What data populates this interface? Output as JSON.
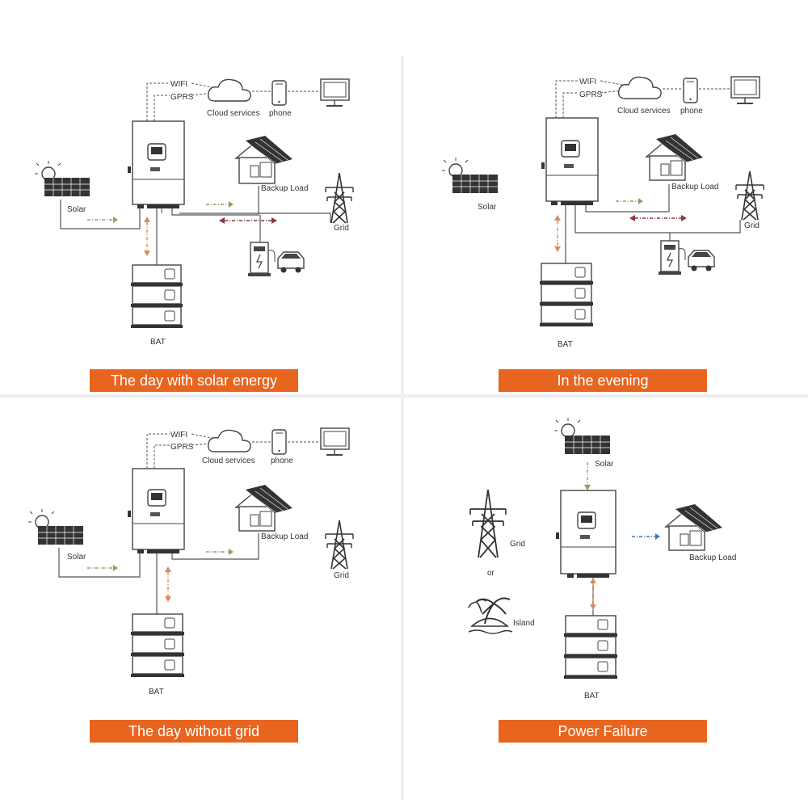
{
  "colors": {
    "accent": "#e8651f",
    "solar_arrow": "#8aa36a",
    "grid_arrow": "#8b3a3a",
    "battery_arrow": "#d98a5a",
    "failure_arrow": "#3a7cc3"
  },
  "labels": {
    "wifi": "WIFI",
    "gprs": "GPRS",
    "cloud": "Cloud services",
    "phone": "phone",
    "solar": "Solar",
    "backup_load": "Backup Load",
    "grid": "Grid",
    "bat": "BAT",
    "or": "or",
    "island": "Island"
  },
  "captions": {
    "q1": "The day with solar energy",
    "q2": "In the evening",
    "q3": "The day without grid",
    "q4": "Power Failure"
  }
}
